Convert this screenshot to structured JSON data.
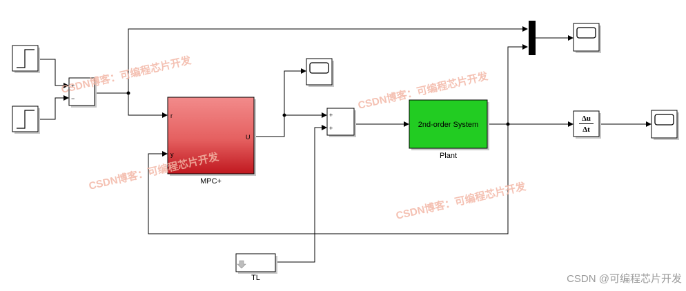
{
  "blocks": {
    "mpc": {
      "label": "MPC+",
      "in_r": "r",
      "in_y": "y",
      "out_u": "U",
      "color_top": "#f28b8b",
      "color_bottom": "#c0181f"
    },
    "sum1": {
      "sign_top": "+",
      "sign_bottom": "−"
    },
    "sum2": {
      "sign_top": "+",
      "sign_bottom": "+"
    },
    "plant": {
      "label": "Plant",
      "inner_text": "2nd-order System",
      "color": "#22cc22"
    },
    "derivative": {
      "numerator": "Δu",
      "denominator": "Δt"
    },
    "tl": {
      "label": "TL"
    }
  },
  "watermarks": [
    "CSDN博客：可编程芯片开发"
  ],
  "footer": "CSDN @可编程芯片开发",
  "icons": [
    "step-icon",
    "scope-icon",
    "mux-bar",
    "from-workspace-icon"
  ]
}
